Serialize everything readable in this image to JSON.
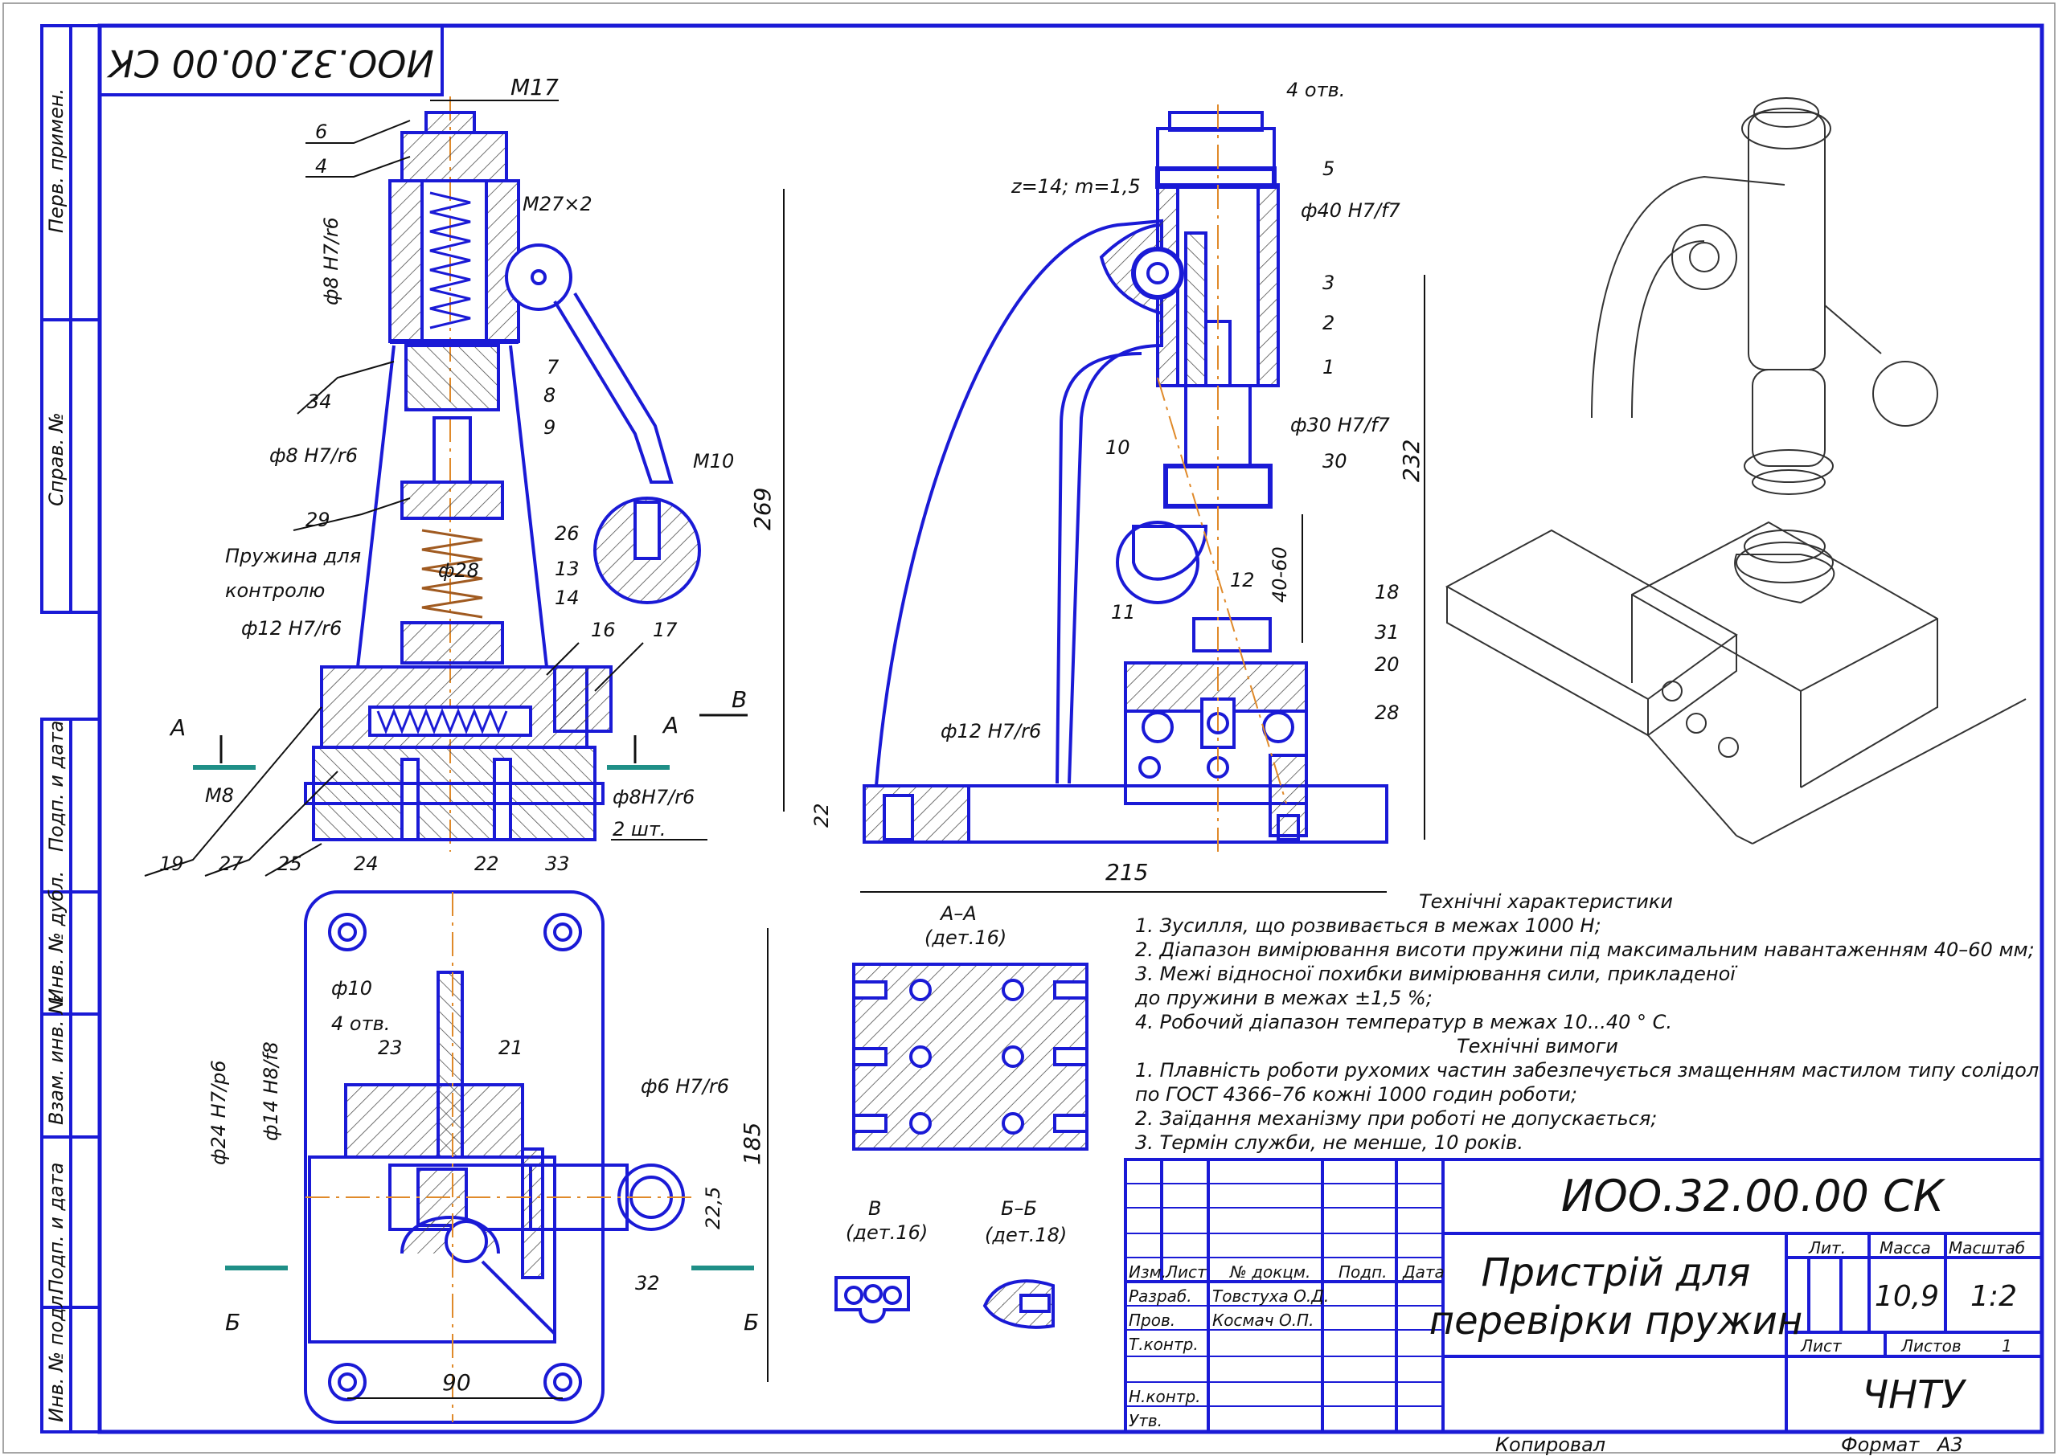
{
  "drawing_code": "ИОО.32.00.00 СК",
  "drawing_code_rotated": "ИОО.32.00.00 СК",
  "side_labels": [
    "Перв. примен.",
    "Справ. №",
    "Подп. и дата",
    "Инв. № дубл.",
    "Взам. инв. №",
    "Подп. и дата",
    "Инв. № подл."
  ],
  "left_view": {
    "labels": {
      "m17": "M17",
      "m27x2": "M27×2",
      "d8_h7_r6_a": "ф8 H7/r6",
      "d8_h7_r6_b": "ф8 H7/r6",
      "m10": "M10",
      "d28": "ф28",
      "d12": "ф12 H7/r6",
      "m8": "M8",
      "d8h7r6": "ф8H7/r6",
      "two_pcs": "2 шт.",
      "dim_269": "269",
      "spring_1": "Пружина для",
      "spring_2": "контролю",
      "section_a": "A",
      "section_b": "B"
    },
    "balloons": [
      "6",
      "4",
      "7",
      "8",
      "9",
      "34",
      "29",
      "26",
      "13",
      "14",
      "16",
      "17",
      "19",
      "27",
      "25",
      "24",
      "22",
      "33"
    ]
  },
  "center_view": {
    "labels": {
      "holes": "4 отв.",
      "gear": "z=14; m=1,5",
      "d40": "ф40 H7/f7",
      "d30": "ф30 H7/f7",
      "d12": "ф12 H7/r6",
      "dim_232": "232",
      "dim_4060": "40-60",
      "dim_22": "22",
      "dim_215": "215"
    },
    "balloons": [
      "5",
      "3",
      "2",
      "1",
      "10",
      "30",
      "11",
      "12",
      "18",
      "31",
      "20",
      "28"
    ]
  },
  "bottom_view": {
    "labels": {
      "d10": "ф10",
      "holes": "4 отв.",
      "d24": "ф24 H7/p6",
      "d14": "ф14 H8/f8",
      "d6": "ф6 H7/r6",
      "dim_185": "185",
      "dim_225": "22,5",
      "dim_90": "90",
      "section_b": "Б"
    },
    "balloons": [
      "23",
      "21",
      "32"
    ]
  },
  "sections": {
    "aa_title": "А–А",
    "aa_sub": "(дет.16)",
    "b_title": "В",
    "b_sub": "(дет.16)",
    "bb_title": "Б–Б",
    "bb_sub": "(дет.18)"
  },
  "tech_characteristics": {
    "title": "Технічні характеристики",
    "lines": [
      "1. Зусилля, що розвивається в межах 1000 Н;",
      "2. Діапазон вимірювання висоти пружини під максимальним навантаженням 40–60 мм;",
      "3. Межі відносної похибки вимірювання сили, прикладеної",
      "до пружини в межах ±1,5 %;",
      "4. Робочий діапазон температур в межах 10...40 ° С."
    ]
  },
  "tech_requirements": {
    "title": "Технічні вимоги",
    "lines": [
      "1. Плавність роботи рухомих частин забезпечується змащенням мастилом типу солідол",
      "по ГОСТ 4366–76 кожні 1000 годин роботи;",
      "2. Заїдання механізму при роботі не допускається;",
      "3. Термін служби, не менше, 10 років."
    ]
  },
  "title_block": {
    "code": "ИОО.32.00.00 СК",
    "name_line1": "Пристрій для",
    "name_line2": "перевірки пружин",
    "hdr_izm": "Изм.",
    "hdr_list": "Лист",
    "hdr_doc": "№ докцм.",
    "hdr_sign": "Подп.",
    "hdr_date": "Дата",
    "row_razrab": "Разраб.",
    "row_prov": "Пров.",
    "row_tkontr": "Т.контр.",
    "row_nkontr": "Н.контр.",
    "row_utv": "Утв.",
    "razrab_name": "Товстуха О.Д.",
    "prov_name": "Космач О.П.",
    "lit": "Лит.",
    "massa": "Масса",
    "masshtab": "Масштаб",
    "massa_val": "10,9",
    "masshtab_val": "1:2",
    "list": "Лист",
    "listov": "Листов",
    "listov_val": "1",
    "org": "ЧНТУ"
  },
  "footer": {
    "kopiroval": "Копировал",
    "format_label": "Формат",
    "format_val": "А3"
  },
  "colors": {
    "line": "#1a1ad6",
    "hatch": "#333333",
    "text": "#111111",
    "axis": "#e08a2a",
    "section_mark": "#1f8f87"
  }
}
